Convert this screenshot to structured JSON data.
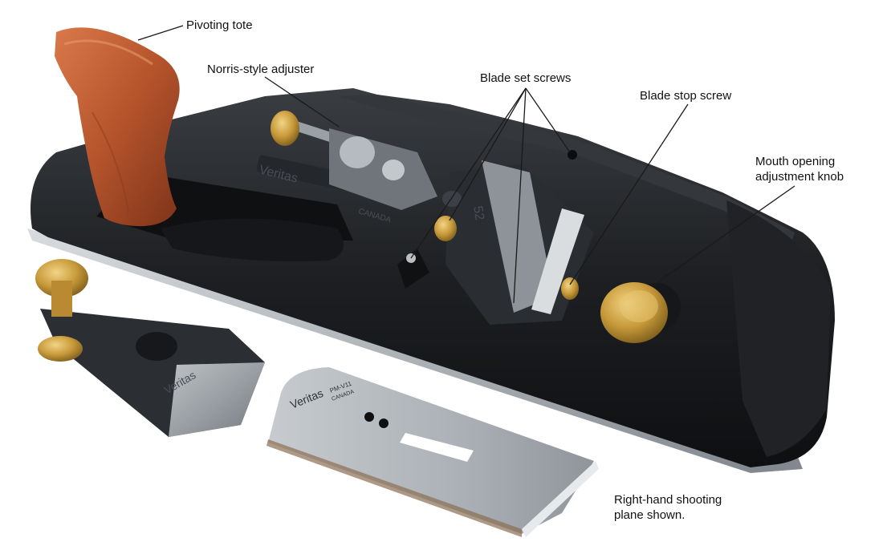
{
  "callouts": {
    "pivoting_tote": "Pivoting tote",
    "norris_adjuster": "Norris-style adjuster",
    "blade_set_screws": "Blade set screws",
    "blade_stop_screw": "Blade stop screw",
    "mouth_knob_line1": "Mouth opening",
    "mouth_knob_line2": "adjustment knob"
  },
  "caption": {
    "line1": "Right-hand shooting",
    "line2": "plane shown."
  },
  "brand": {
    "body_logo": "Veritas",
    "body_country": "CANADA",
    "body_number": "52",
    "blade_logo": "Veritas",
    "blade_steel": "PM-V11",
    "blade_country": "CANADA",
    "cap_logo": "Veritas"
  },
  "colors": {
    "iron": "#1d1f22",
    "wood": "#b5542c",
    "brass": "#c89a3a",
    "steel": "#b9bec3"
  }
}
